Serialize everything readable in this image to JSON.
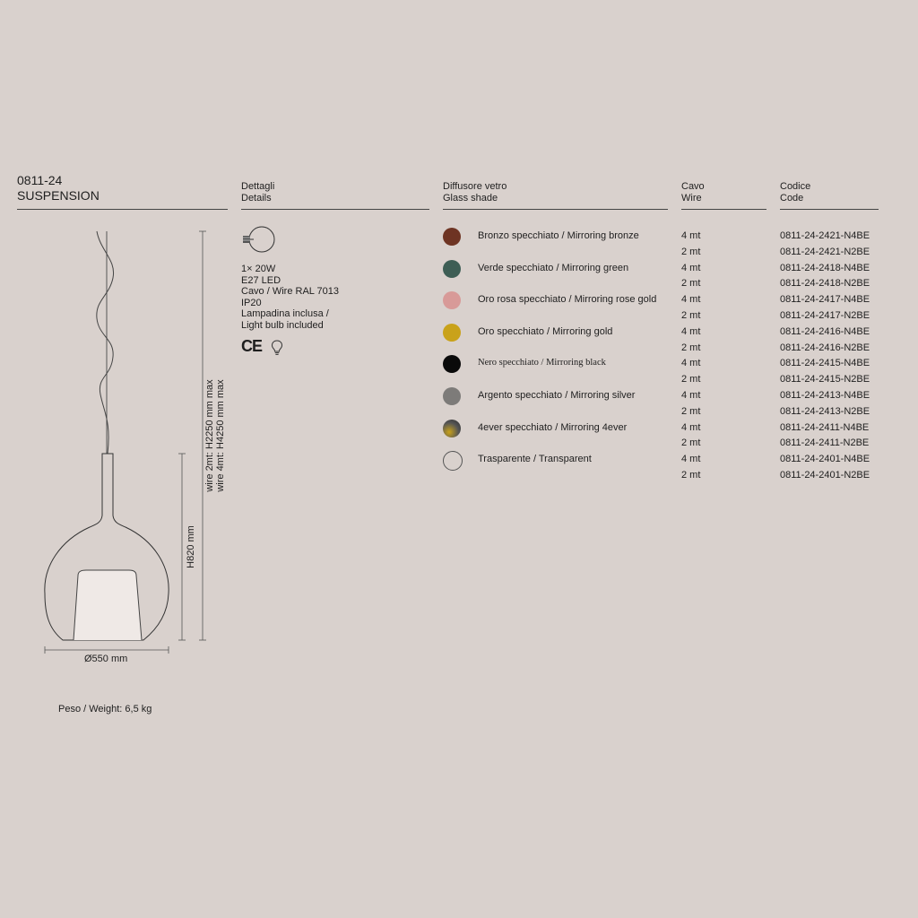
{
  "product": {
    "code": "0811-24",
    "type": "SUSPENSION"
  },
  "headers": {
    "details": [
      "Dettagli",
      "Details"
    ],
    "shade": [
      "Diffusore vetro",
      "Glass shade"
    ],
    "wire": [
      "Cavo",
      "Wire"
    ],
    "code": [
      "Codice",
      "Code"
    ]
  },
  "details": {
    "lines": [
      "1× 20W",
      "E27 LED",
      "Cavo / Wire RAL 7013",
      "IP20",
      "Lampadina inclusa /",
      "Light bulb included"
    ],
    "ce_mark": "CE",
    "icons": [
      "globe-bulb-icon",
      "ce-mark-icon",
      "bulb-icon"
    ]
  },
  "dimensions": {
    "wire_2mt": "wire 2mt: H2250 mm max",
    "wire_4mt": "wire 4mt: H4250 mm max",
    "height": "H820 mm",
    "diameter": "Ø550 mm",
    "weight": "Peso / Weight: 6,5 kg"
  },
  "finishes": [
    {
      "label": "Bronzo specchiato / Mirroring bronze",
      "color": "#6e3423",
      "wires": [
        "4 mt",
        "2 mt"
      ],
      "codes": [
        "0811-24-2421-N4BE",
        "0811-24-2421-N2BE"
      ]
    },
    {
      "label": "Verde specchiato / Mirroring green",
      "color": "#3e5e55",
      "wires": [
        "4 mt",
        "2 mt"
      ],
      "codes": [
        "0811-24-2418-N4BE",
        "0811-24-2418-N2BE"
      ]
    },
    {
      "label": "Oro rosa specchiato / Mirroring rose gold",
      "color": "#d89a98",
      "wires": [
        "4 mt",
        "2 mt"
      ],
      "codes": [
        "0811-24-2417-N4BE",
        "0811-24-2417-N2BE"
      ]
    },
    {
      "label": "Oro specchiato / Mirroring gold",
      "color": "#c9a21a",
      "wires": [
        "4 mt",
        "2 mt"
      ],
      "codes": [
        "0811-24-2416-N4BE",
        "0811-24-2416-N2BE"
      ]
    },
    {
      "label": "Nero specchiato / Mirroring black",
      "color": "#0a0a0a",
      "wires": [
        "4 mt",
        "2 mt"
      ],
      "codes": [
        "0811-24-2415-N4BE",
        "0811-24-2415-N2BE"
      ]
    },
    {
      "label": "Argento specchiato / Mirroring silver",
      "color": "#7d7b79",
      "wires": [
        "4 mt",
        "2 mt"
      ],
      "codes": [
        "0811-24-2413-N4BE",
        "0811-24-2413-N2BE"
      ]
    },
    {
      "label": "4ever specchiato / Mirroring 4ever",
      "color": "#3a3a3a",
      "wires": [
        "4 mt",
        "2 mt"
      ],
      "codes": [
        "0811-24-2411-N4BE",
        "0811-24-2411-N2BE"
      ]
    },
    {
      "label": "Trasparente / Transparent",
      "color": "transparent",
      "wires": [
        "4 mt",
        "2 mt"
      ],
      "codes": [
        "0811-24-2401-N4BE",
        "0811-24-2401-N2BE"
      ]
    }
  ]
}
